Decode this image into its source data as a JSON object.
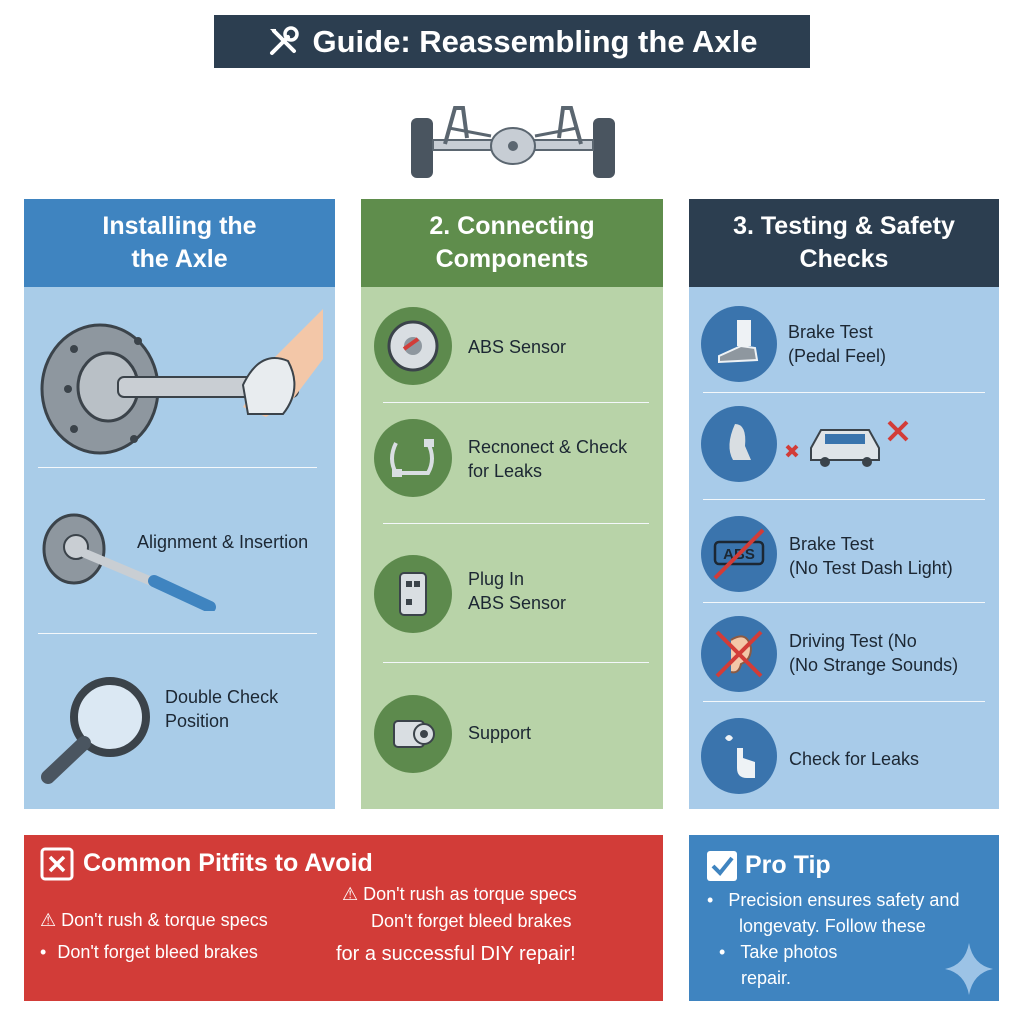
{
  "title": "Guide: Reassembling the Axle",
  "colors": {
    "title_bg": "#2c3e50",
    "col1_header": "#3f84c0",
    "col1_body": "#a9cce8",
    "col2_header": "#5f8d4c",
    "col2_body": "#b8d3a8",
    "col3_header": "#2c3e50",
    "col3_body": "#a8cbe9",
    "pitfalls_bg": "#d23c38",
    "tip_bg": "#3f84c0"
  },
  "columns": [
    {
      "heading": "Installing the\nthe Axle",
      "items": [
        {
          "label": "",
          "icon": "hub-axle-install-illustration"
        },
        {
          "label": "Alignment & Insertion",
          "icon": "axle-shaft-alignment-icon"
        },
        {
          "label": "Double Check\nPosition",
          "icon": "magnifying-glass-icon"
        }
      ]
    },
    {
      "heading": "2. Connecting\nComponents",
      "items": [
        {
          "label": "ABS Sensor",
          "icon": "abs-sensor-icon"
        },
        {
          "label": "Recnonect & Check\nfor Leaks",
          "icon": "brake-line-icon"
        },
        {
          "label": "Plug In\nABS Sensor",
          "icon": "connector-plug-icon"
        },
        {
          "label": "Support",
          "icon": "axle-support-icon"
        }
      ]
    },
    {
      "heading": "3. Testing & Safety\nChecks",
      "items": [
        {
          "label": "Brake Test\n(Pedal Feel)",
          "icon": "brake-pedal-foot-icon"
        },
        {
          "label": "",
          "icon": "car-no-pull-icon"
        },
        {
          "label": "Brake Test\n(No Test Dash Light)",
          "icon": "abs-light-off-icon"
        },
        {
          "label": "Driving Test (No\n(No Strange Sounds)",
          "icon": "ear-no-sound-icon"
        },
        {
          "label": "Check for Leaks",
          "icon": "finger-drip-icon"
        }
      ]
    }
  ],
  "pitfalls": {
    "title": "Common Pitfits to Avoid",
    "left": [
      {
        "marker": "⚠",
        "text": "Don't rush & torque specs"
      },
      {
        "marker": "•",
        "text": "Don't forget bleed brakes"
      }
    ],
    "right": [
      {
        "marker": "⚠",
        "text": "Don't rush as torque specs"
      },
      {
        "marker": "",
        "text": "Don't forget bleed brakes"
      },
      {
        "marker": "",
        "text": "for a successful DIY repair!"
      }
    ]
  },
  "pro_tip": {
    "title": "Pro Tip",
    "lines": [
      {
        "marker": "•",
        "text": "Precision ensures safety and"
      },
      {
        "marker": "",
        "text": "longevaty. Follow these"
      },
      {
        "marker": "•",
        "text": "Take photos"
      },
      {
        "marker": "",
        "text": "repair."
      }
    ]
  }
}
